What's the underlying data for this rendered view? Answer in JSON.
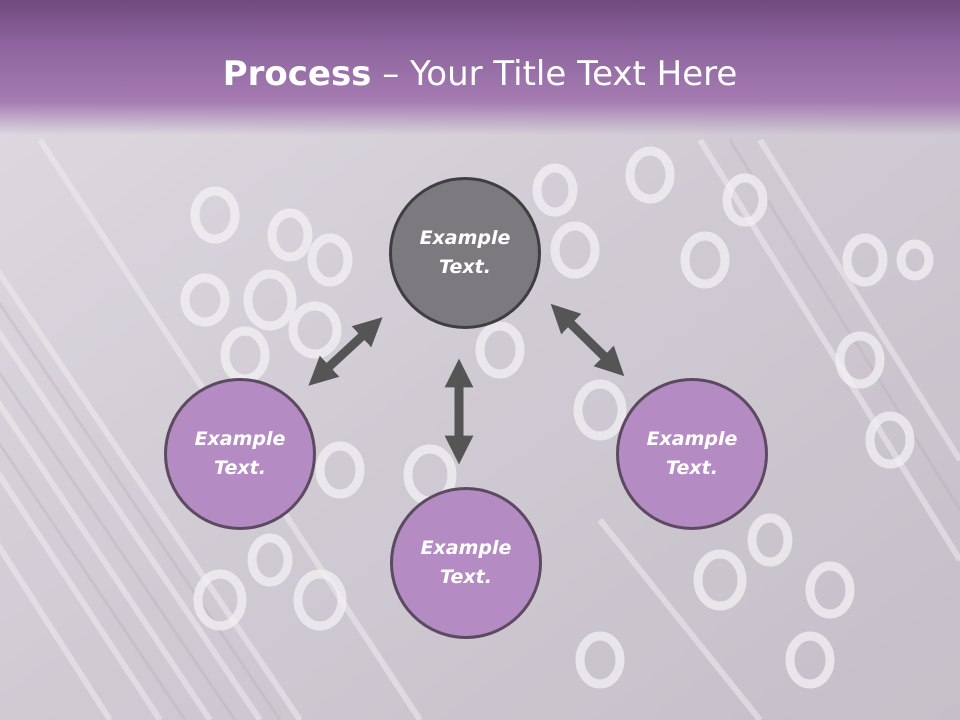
{
  "title": {
    "bold": "Process",
    "rest": " – Your Title Text Here"
  },
  "nodes": {
    "center": {
      "line1": "Example",
      "line2": "Text."
    },
    "left": {
      "line1": "Example",
      "line2": "Text."
    },
    "bottom": {
      "line1": "Example",
      "line2": "Text."
    },
    "right": {
      "line1": "Example",
      "line2": "Text."
    }
  },
  "colors": {
    "title_band": "#9a70aa",
    "center_node": "#7d7a7f",
    "outer_node": "#b48bc2",
    "arrow": "#555555"
  }
}
